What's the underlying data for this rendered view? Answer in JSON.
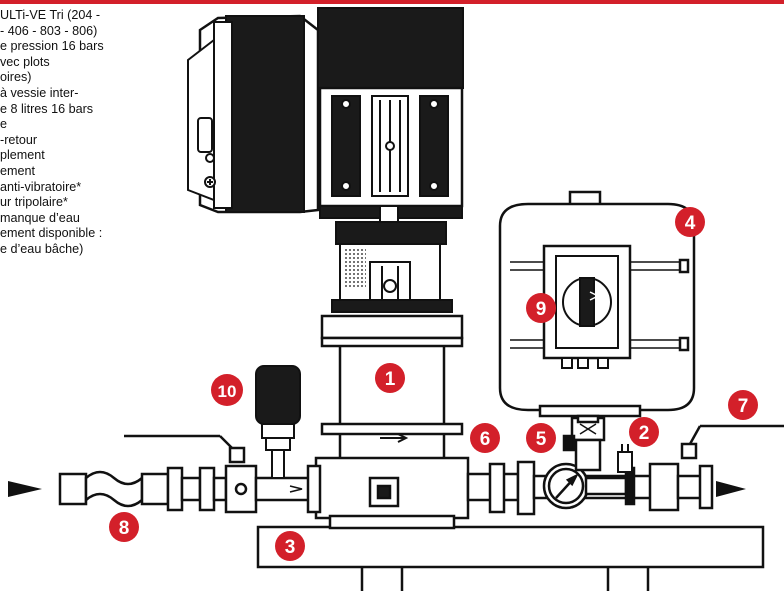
{
  "colors": {
    "accent": "#d3202a",
    "line": "#111111",
    "white": "#ffffff"
  },
  "legend_lines": [
    "ULTi-VE Tri (204 -",
    "- 406 - 803 - 806)",
    "e pression 16 bars",
    "vec plots",
    "oires)",
    "à vessie inter-",
    "e 8 litres 16 bars",
    "e",
    "-retour",
    "plement",
    "ement",
    "anti-vibratoire*",
    "ur tripolaire*",
    "manque d’eau",
    "ement disponible :",
    "e d’eau bâche)"
  ],
  "callouts": [
    {
      "id": "1",
      "label": "1"
    },
    {
      "id": "2",
      "label": "2"
    },
    {
      "id": "3",
      "label": "3"
    },
    {
      "id": "4",
      "label": "4"
    },
    {
      "id": "5",
      "label": "5"
    },
    {
      "id": "6",
      "label": "6"
    },
    {
      "id": "7",
      "label": "7"
    },
    {
      "id": "8",
      "label": "8"
    },
    {
      "id": "9",
      "label": "9"
    },
    {
      "id": "10",
      "label": "10"
    }
  ]
}
